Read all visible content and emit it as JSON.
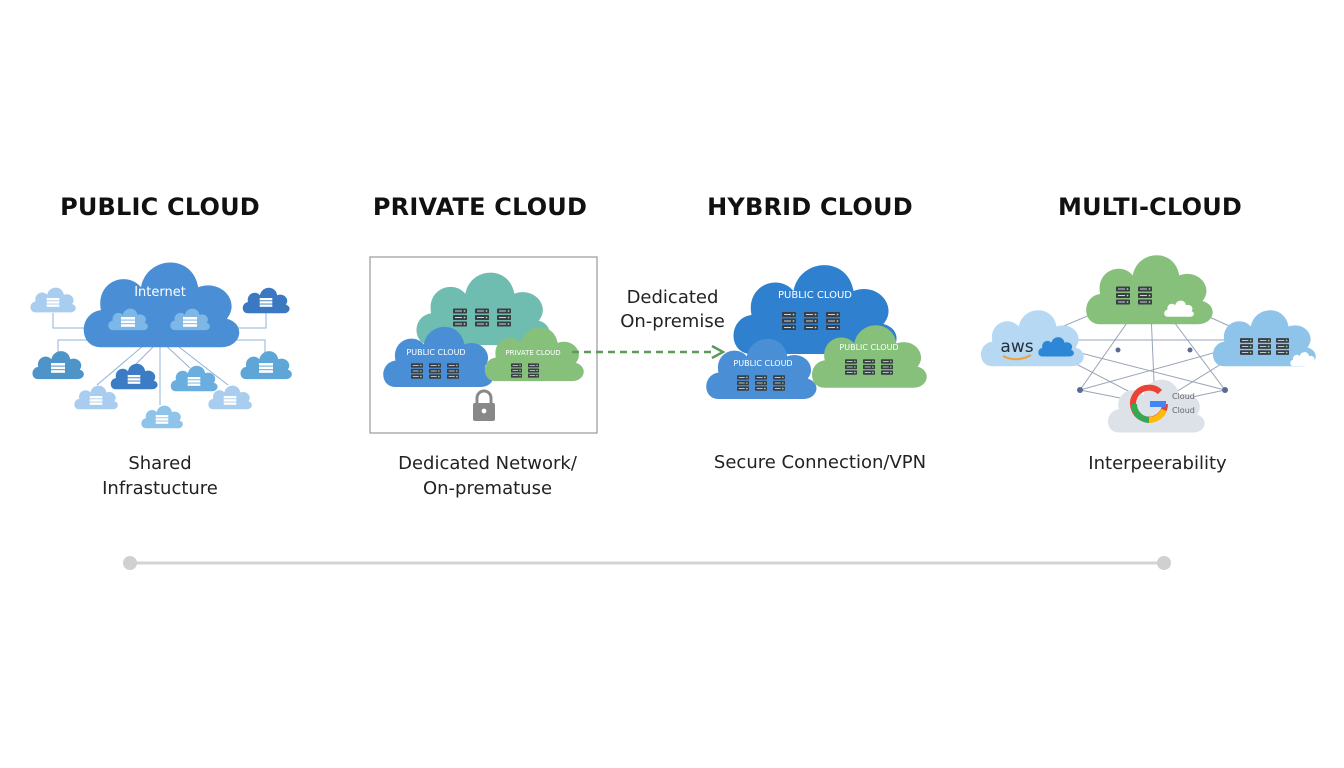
{
  "sections": [
    {
      "title": "PUBLIC CLOUD",
      "cloud_label": "Internet",
      "caption": [
        "Shared",
        "Infrastucture"
      ]
    },
    {
      "title": "PRIVATE CLOUD",
      "public_label": "PUBLIC CLOUD",
      "private_label": "PRIVATE CLOUD",
      "caption": [
        "Dedicated Network/",
        "On-prematuse"
      ]
    },
    {
      "title": "HYBRID CLOUD",
      "top_label": "PUBLIC CLOUD",
      "left_label": "PUBLIC CLOUD",
      "right_label": "PUBLIC CLOUD",
      "caption": [
        "Secure Connection/VPN"
      ]
    },
    {
      "title": "MULTI-CLOUD",
      "aws_label": "aws",
      "google_text": [
        "Cloud",
        "Cloud"
      ],
      "caption": [
        "Interpeerability"
      ]
    }
  ],
  "connector_label": [
    "Dedicated",
    "On-premise"
  ],
  "colors": {
    "public_blue": "#4a8fd6",
    "dark_blue": "#2f80cf",
    "teal": "#6fbcb1",
    "green": "#86c07b",
    "light_blue": "#8ec3ea",
    "grey_cloud": "#dde2e8",
    "dash_green": "#5d9a58",
    "timeline": "#d4d4d4"
  }
}
